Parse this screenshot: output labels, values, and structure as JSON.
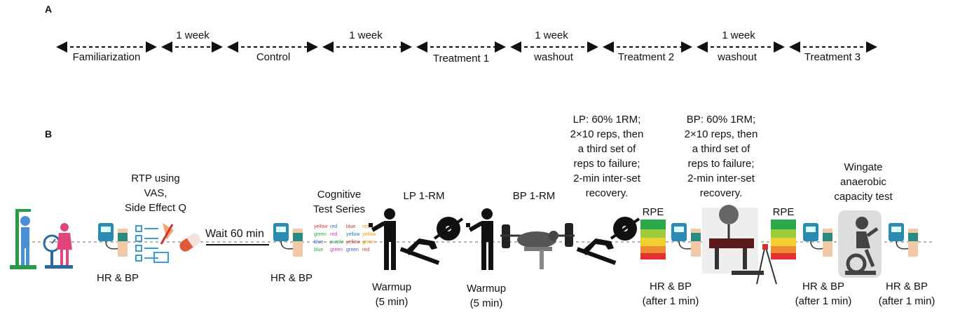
{
  "panel_a": {
    "letter": "A",
    "phases": [
      "Familiarization",
      "Control",
      "Treatment 1",
      "Treatment 2",
      "Treatment 3"
    ],
    "intervals": [
      "1 week",
      "1 week",
      "1 week",
      "1 week"
    ],
    "washouts": [
      "washout",
      "washout"
    ]
  },
  "panel_b": {
    "letter": "B",
    "rtp_label": "RTP using\nVAS,\nSide Effect Q",
    "wait_label": "Wait 60 min",
    "hr_bp": "HR & BP",
    "hr_bp_after": "HR & BP\n(after 1 min)",
    "cognitive_label": "Cognitive\nTest Series",
    "lp_1rm": "LP 1-RM",
    "bp_1rm": "BP 1-RM",
    "warmup": "Warmup\n(5 min)",
    "lp_protocol": "LP: 60% 1RM;\n2×10 reps, then\na third set of\nreps to failure;\n2-min inter-set\nrecovery.",
    "bp_protocol": "BP: 60% 1RM;\n2×10 reps, then\na third set of\nreps to failure;\n2-min inter-set\nrecovery.",
    "rpe": "RPE",
    "wingate_label": "Wingate\nanaerobic\ncapacity test",
    "stroop_words": [
      "yellow",
      "red",
      "blue",
      "red",
      "green",
      "red",
      "yellow",
      "yellow",
      "blue",
      "purple",
      "yellow",
      "green",
      "blue",
      "green",
      "green",
      "red"
    ],
    "stroop_colors": [
      "#d33",
      "#27a",
      "#c33",
      "#e90",
      "#2a4",
      "#c3c",
      "#27a",
      "#e90",
      "#36c",
      "#2a4",
      "#c33",
      "#e90",
      "#2a4",
      "#c3c",
      "#36c",
      "#c33"
    ]
  },
  "colors": {
    "stadiometer": "#2a9a4a",
    "person_male": "#4a8fd8",
    "person_female": "#e0457b",
    "monitor": "#2a8ab0",
    "pill": "#e05a3a",
    "rpe_top": "#2aa84a",
    "rpe_bottom": "#e03030"
  }
}
